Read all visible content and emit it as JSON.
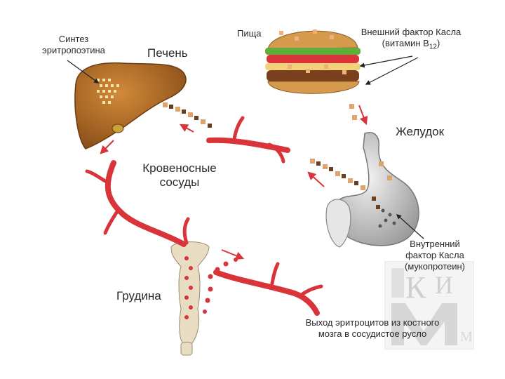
{
  "labels": {
    "synthesis": [
      "Синтез",
      "эритропоэтина"
    ],
    "liver": "Печень",
    "food": "Пища",
    "external_factor": [
      "Внешний фактор Касла",
      "(витамин B",
      "12",
      ")"
    ],
    "stomach": "Желудок",
    "blood_vessels": [
      "Кровеносные",
      "сосуды"
    ],
    "internal_factor": [
      "Внутренний",
      "фактор Касла",
      "(мукопротеин)"
    ],
    "sternum": "Грудина",
    "erythrocyte_exit": [
      "Выход эритроцитов из костного",
      "мозга в сосудистое русло"
    ]
  },
  "logo": {
    "letters": [
      "К",
      "И",
      "М"
    ]
  },
  "colors": {
    "vessel": "#d8343a",
    "liver": "#b8742a",
    "stomach": "#c9c9c9",
    "bone": "#e8dcc2",
    "dot_dark": "#6b3f1f",
    "dot_light": "#e0a36b",
    "text": "#2a2a2a"
  }
}
